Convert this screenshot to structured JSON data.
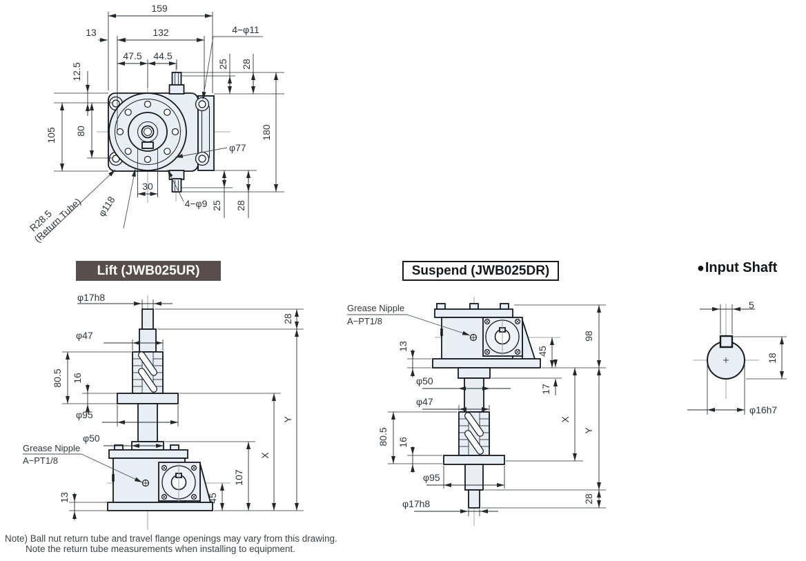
{
  "headers": {
    "lift": "Lift (JWB025UR)",
    "suspend": "Suspend (JWB025DR)",
    "input_bullet": "●",
    "input_shaft": "Input Shaft"
  },
  "top_view": {
    "d159": "159",
    "d13": "13",
    "d132": "132",
    "d47_5": "47.5",
    "d44_5": "44.5",
    "d12_5": "12.5",
    "d105": "105",
    "d80": "80",
    "holes_top": "4−φ11",
    "d25_top": "25",
    "d28_top": "28",
    "d180": "180",
    "phi77": "φ77",
    "d30": "30",
    "holes_bot": "4−φ9",
    "d25_bot": "25",
    "d28_bot": "28",
    "r28_5": "R28.5",
    "return_tube": "(Return Tube)",
    "phi118": "φ118"
  },
  "lift": {
    "phi17h8": "φ17h8",
    "d28": "28",
    "phi47": "φ47",
    "d80_5": "80.5",
    "d16": "16",
    "phi95": "φ95",
    "phi50": "φ50",
    "grease_line1": "Grease Nipple",
    "grease_line2": "A−PT1/8",
    "d13": "13",
    "d45": "45",
    "d107": "107",
    "dx": "X",
    "dy": "Y"
  },
  "suspend": {
    "grease_line1": "Grease Nipple",
    "grease_line2": "A−PT1/8",
    "d13": "13",
    "phi50": "φ50",
    "phi47": "φ47",
    "d80_5": "80.5",
    "d16": "16",
    "phi95": "φ95",
    "phi17h8": "φ17h8",
    "d45": "45",
    "d98": "98",
    "d17": "17",
    "dx": "X",
    "dy": "Y",
    "d28": "28"
  },
  "input_shaft": {
    "d5": "5",
    "d18": "18",
    "phi16h7": "φ16h7"
  },
  "note": {
    "line1": "Note) Ball nut return tube and travel flange openings may vary from this drawing.",
    "line2": "Note the return tube measurements when installing to equipment."
  },
  "colors": {
    "line": "#15191d",
    "part_fill": "#e9eef5",
    "dim_text": "#2d343b",
    "lift_header_bg": "#574e4d",
    "lift_header_text": "#ffffff"
  }
}
